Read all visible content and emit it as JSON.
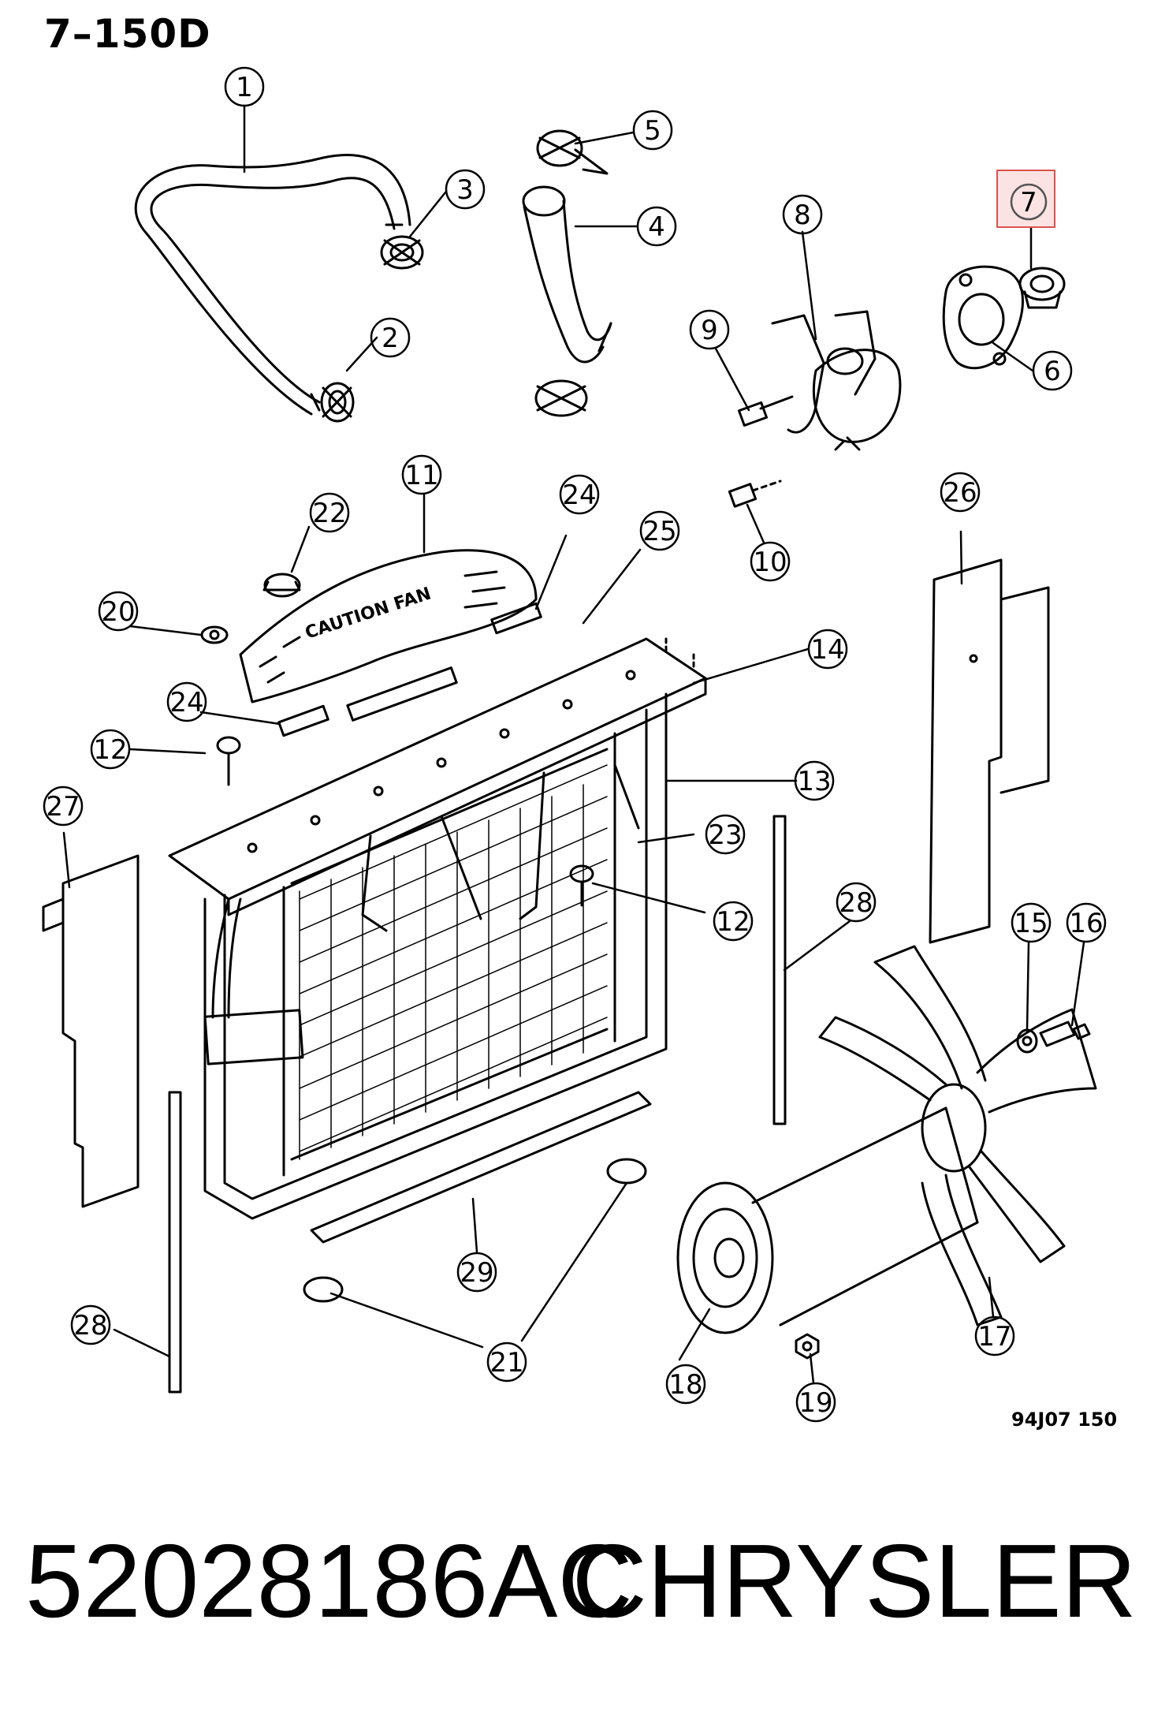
{
  "header": {
    "title": "7–150D"
  },
  "callouts": [
    "1",
    "2",
    "3",
    "4",
    "5",
    "6",
    "7",
    "8",
    "9",
    "10",
    "11",
    "12",
    "13",
    "14",
    "15",
    "16",
    "17",
    "18",
    "19",
    "20",
    "21",
    "22",
    "23",
    "24",
    "25",
    "26",
    "27",
    "28",
    "29"
  ],
  "highlighted_callout": "7",
  "fan_guard_label": "CAUTION FAN",
  "drawing_id": "94J07 150",
  "footer": {
    "part_number": "52028186AC",
    "brand": "CHRYSLER"
  },
  "colors": {
    "ink": "#000000",
    "highlight_border": "#d9534f",
    "highlight_fill": "#fbe3e3"
  }
}
